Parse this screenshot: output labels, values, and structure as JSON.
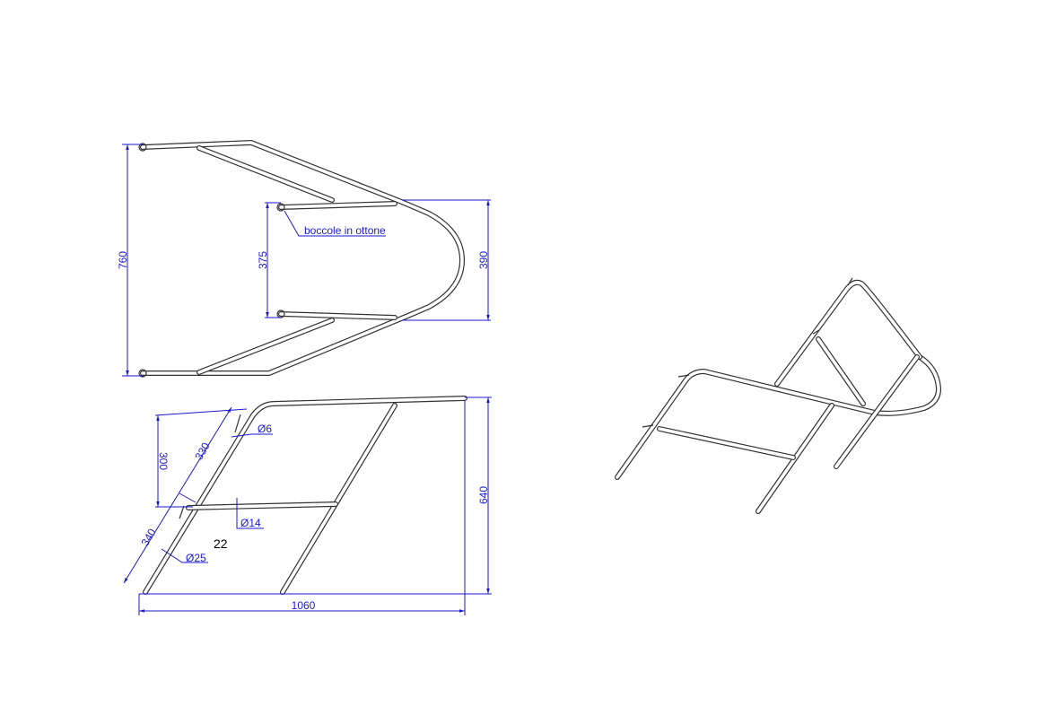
{
  "top_view": {
    "dim_overall_width": "760",
    "dim_inner_width": "375",
    "dim_bow_width": "390",
    "note_bushings": "boccole in ottone"
  },
  "side_view": {
    "dim_length": "1060",
    "dim_height": "640",
    "dim_upper_leg": "330",
    "dim_lower_leg": "340",
    "dim_vertical": "300",
    "dim_pin_diameter": "Ø6",
    "dim_brace_diameter": "Ø14",
    "dim_tube_diameter": "Ø25",
    "overwritten_value": "22"
  },
  "colors": {
    "dimension": "#1a1ad0",
    "tube": "#333333"
  }
}
